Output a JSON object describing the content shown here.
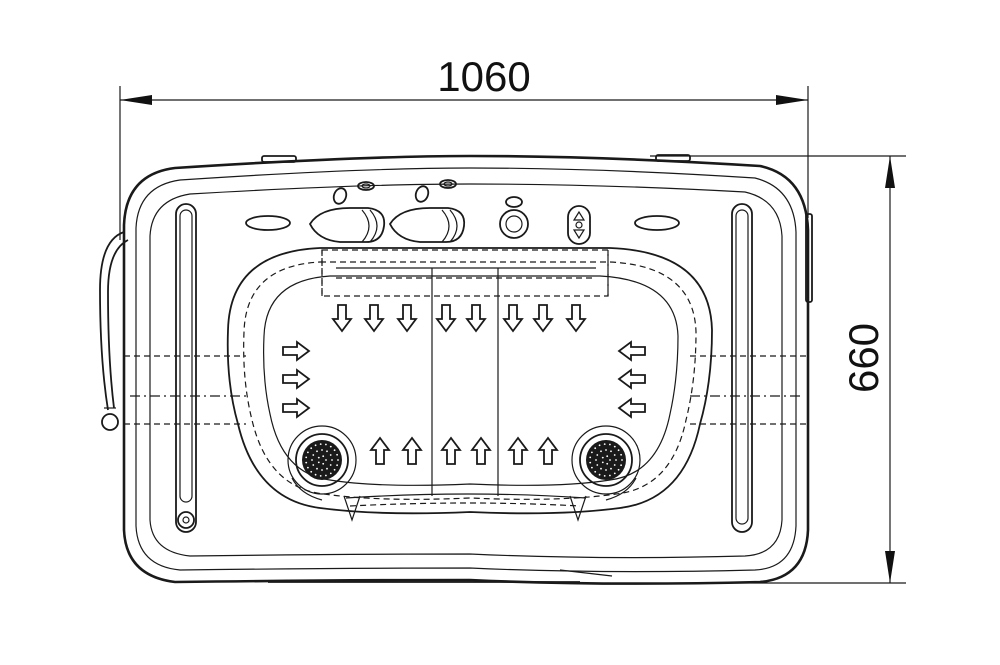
{
  "drawing": {
    "width_dimension": "1060",
    "height_dimension": "660",
    "line_color": "#1a1a1a",
    "background": "#ffffff"
  },
  "icons": {
    "jet_arrow": "hollow-arrow-icon",
    "jet": "whirlpool-jet-icon",
    "pillow": "headrest-pillow-icon",
    "control_knob": "control-knob-icon",
    "control_button": "up-down-button-icon",
    "handle": "grab-handle-icon",
    "drain": "drain-icon",
    "hose": "hand-shower-hose-icon"
  },
  "jets": {
    "top_row": 8,
    "bottom_row": 6,
    "left_side": 3,
    "right_side": 3,
    "large": 2
  }
}
